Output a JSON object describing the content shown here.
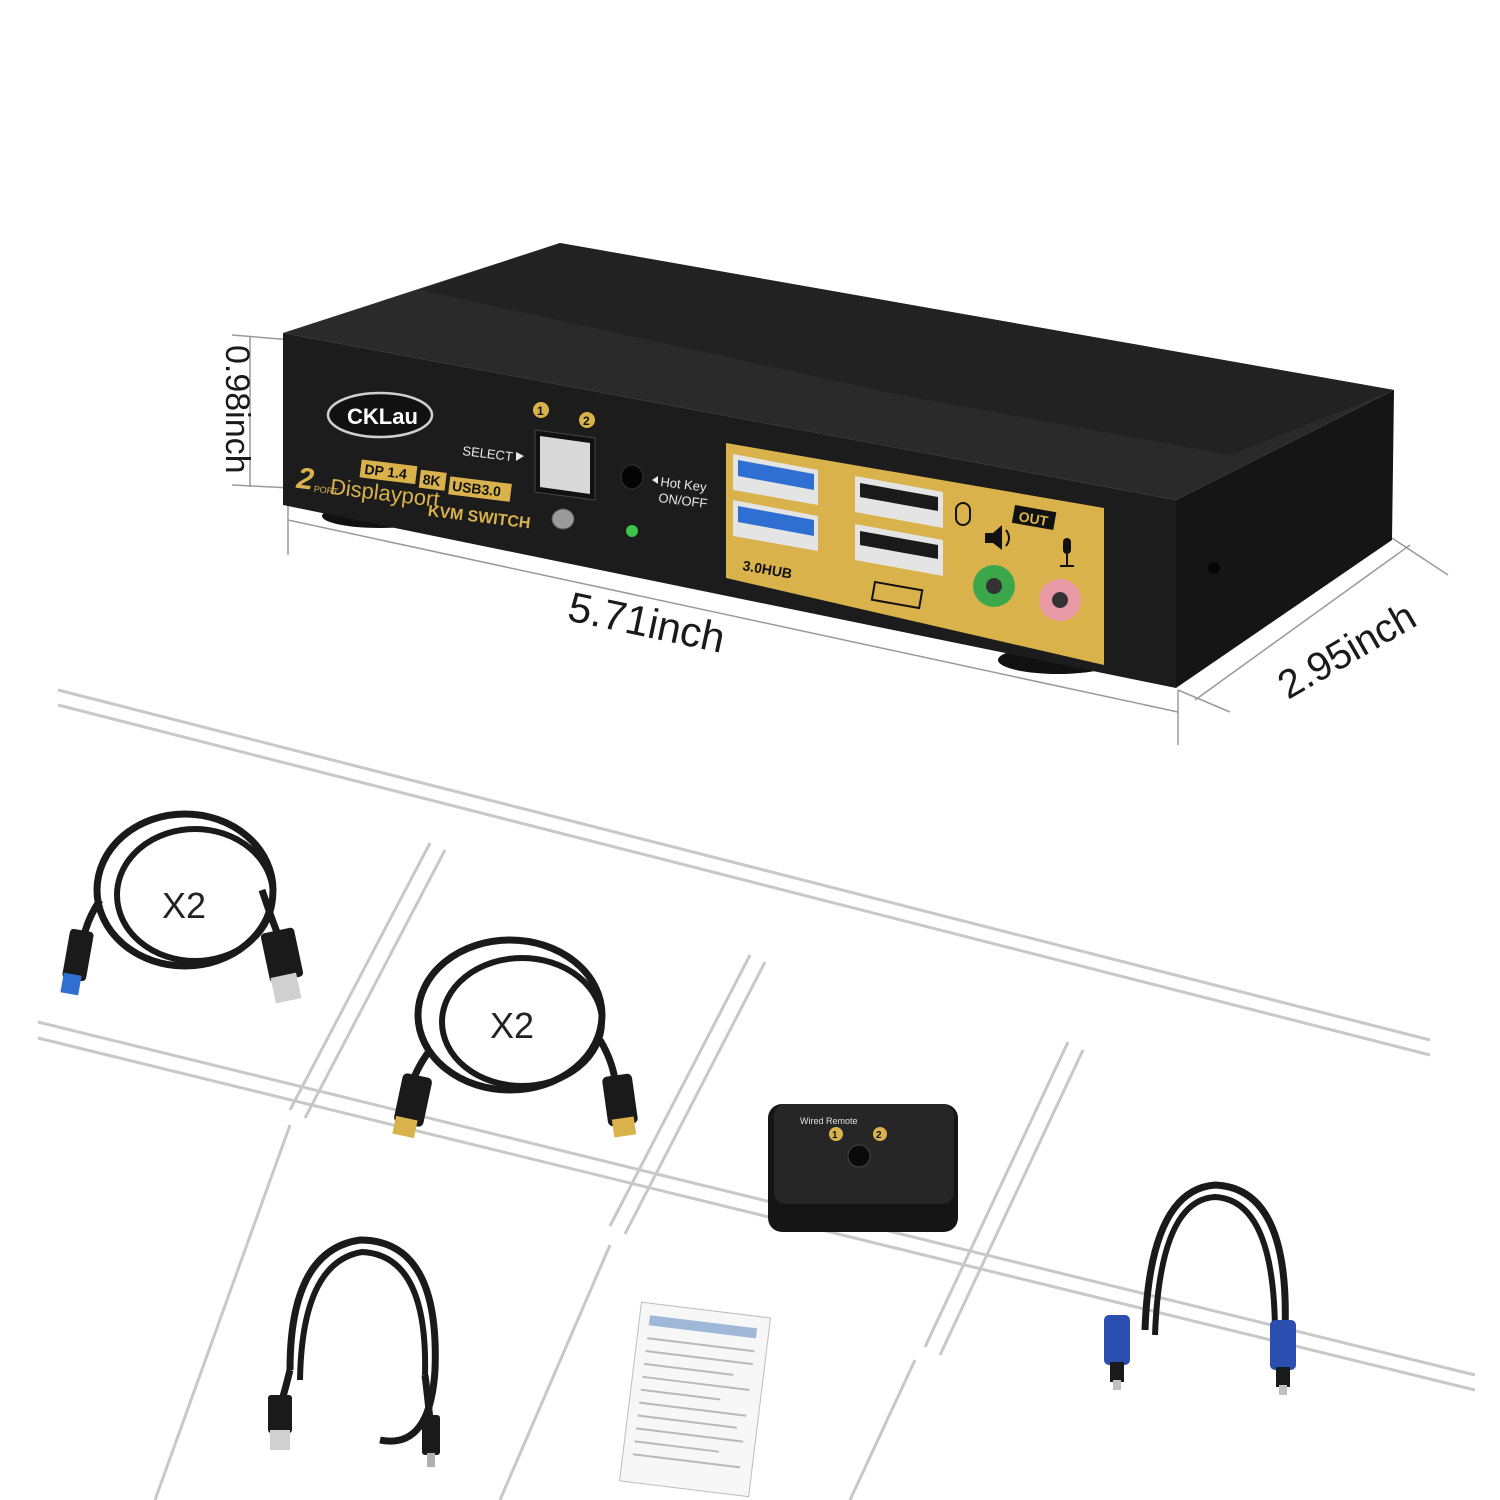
{
  "dimensions": {
    "height": "0.98inch",
    "width": "5.71inch",
    "depth": "2.95inch"
  },
  "device": {
    "brand": "CKLau",
    "ports": "2",
    "port_word": "PORT",
    "badge_dp": "DP 1.4",
    "badge_8k": "8K",
    "badge_usb": "USB3.0",
    "line_displayport": "Displayport",
    "line_kvm": "KVM SWITCH",
    "select_label": "SELECT",
    "channel_1": "1",
    "channel_2": "2",
    "hotkey_label_1": "Hot Key",
    "hotkey_label_2": "ON/OFF",
    "hub_label": "3.0HUB",
    "out_label": "OUT"
  },
  "accessories": {
    "usb_cable_qty": "X2",
    "dp_cable_qty": "X2",
    "remote_title": "Wired Remote",
    "remote_1": "1",
    "remote_2": "2"
  },
  "colors": {
    "device_body": "#1c1c1c",
    "gold_panel": "#d9b24c",
    "usb_blue": "#2f6fd1",
    "audio_green": "#3aa84a",
    "audio_pink": "#e79aa6",
    "cable_black": "#1a1a1a",
    "connector_blue": "#2a4fb0"
  }
}
